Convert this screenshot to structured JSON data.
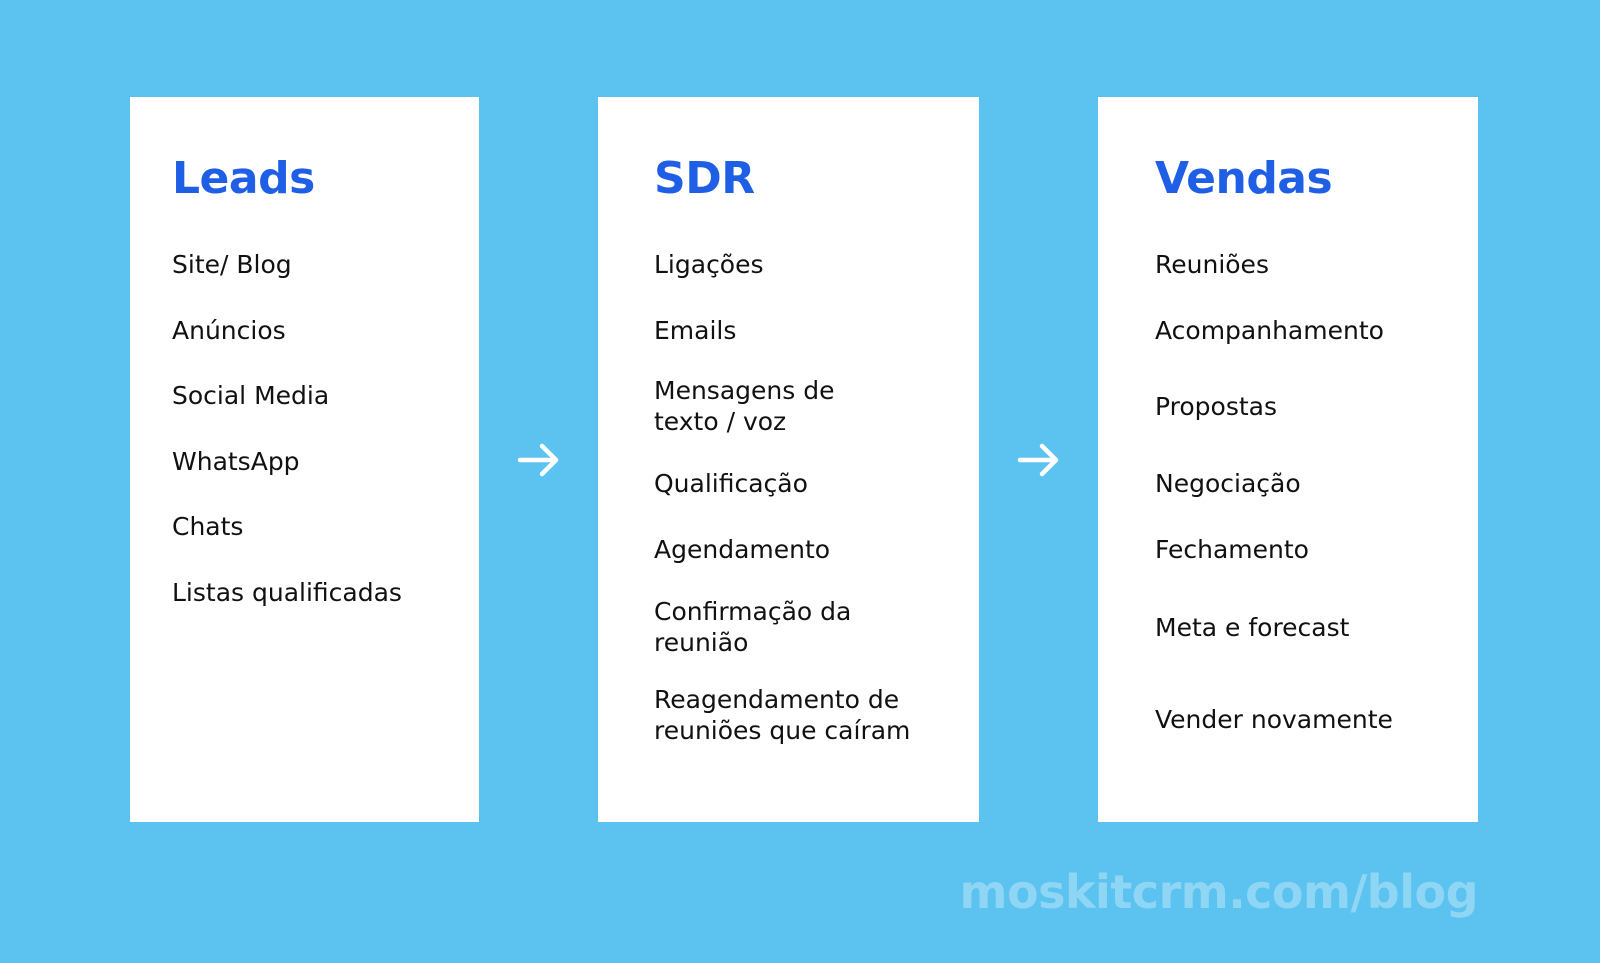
{
  "colors": {
    "background": "#5cc2ef",
    "card": "#ffffff",
    "title": "#1f5fe6",
    "text": "#111111",
    "watermark": "#8fd6f5"
  },
  "cards": [
    {
      "title": "Leads",
      "items": [
        "Site/ Blog",
        "Anúncios",
        "Social Media",
        "WhatsApp",
        "Chats",
        "Listas qualificadas"
      ]
    },
    {
      "title": "SDR",
      "items": [
        "Ligações",
        "Emails",
        "Mensagens de texto / voz",
        "Qualificação",
        "Agendamento",
        "Confirmação da reunião",
        "Reagendamento de reuniões que caíram"
      ]
    },
    {
      "title": "Vendas",
      "items": [
        "Reuniões",
        "Acompanhamento",
        "Propostas",
        "Negociação",
        "Fechamento",
        "Meta e forecast",
        "Vender novamente"
      ]
    }
  ],
  "arrows": [
    "arrow-right-icon",
    "arrow-right-icon"
  ],
  "watermark": "moskitcrm.com/blog"
}
